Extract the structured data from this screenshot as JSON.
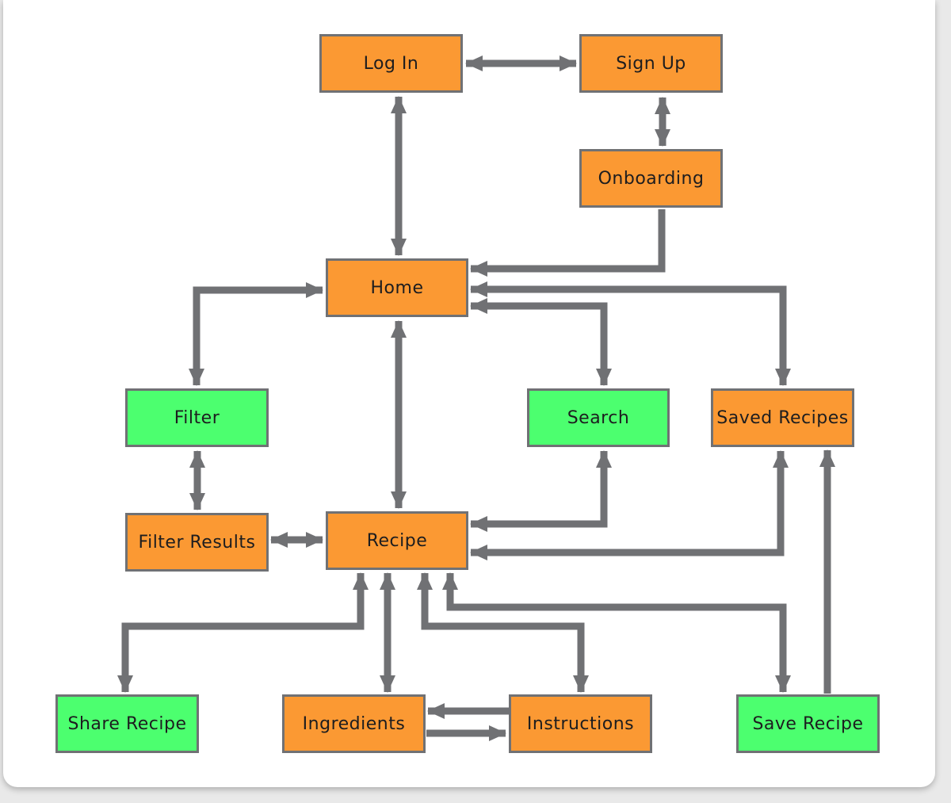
{
  "diagram": {
    "colors": {
      "screen": "#fb9933",
      "action": "#4cff6f",
      "connector": "#707174",
      "border": "#707174"
    },
    "nodes": {
      "login": {
        "label": "Log In",
        "kind": "screen"
      },
      "signup": {
        "label": "Sign Up",
        "kind": "screen"
      },
      "onboarding": {
        "label": "Onboarding",
        "kind": "screen"
      },
      "home": {
        "label": "Home",
        "kind": "screen"
      },
      "filter": {
        "label": "Filter",
        "kind": "action"
      },
      "search": {
        "label": "Search",
        "kind": "action"
      },
      "saved_recipes": {
        "label": "Saved Recipes",
        "kind": "screen"
      },
      "filter_results": {
        "label": "Filter Results",
        "kind": "screen"
      },
      "recipe": {
        "label": "Recipe",
        "kind": "screen"
      },
      "share_recipe": {
        "label": "Share Recipe",
        "kind": "action"
      },
      "ingredients": {
        "label": "Ingredients",
        "kind": "screen"
      },
      "instructions": {
        "label": "Instructions",
        "kind": "screen"
      },
      "save_recipe": {
        "label": "Save Recipe",
        "kind": "action"
      }
    },
    "edges": [
      {
        "from": "login",
        "to": "signup",
        "direction": "both"
      },
      {
        "from": "login",
        "to": "home",
        "direction": "both"
      },
      {
        "from": "signup",
        "to": "onboarding",
        "direction": "both"
      },
      {
        "from": "onboarding",
        "to": "home",
        "direction": "forward"
      },
      {
        "from": "home",
        "to": "filter",
        "direction": "both"
      },
      {
        "from": "home",
        "to": "search",
        "direction": "both"
      },
      {
        "from": "home",
        "to": "saved_recipes",
        "direction": "both"
      },
      {
        "from": "home",
        "to": "recipe",
        "direction": "both"
      },
      {
        "from": "filter",
        "to": "filter_results",
        "direction": "both"
      },
      {
        "from": "filter_results",
        "to": "recipe",
        "direction": "both"
      },
      {
        "from": "search",
        "to": "recipe",
        "direction": "both"
      },
      {
        "from": "saved_recipes",
        "to": "recipe",
        "direction": "both"
      },
      {
        "from": "recipe",
        "to": "share_recipe",
        "direction": "both"
      },
      {
        "from": "recipe",
        "to": "ingredients",
        "direction": "both"
      },
      {
        "from": "recipe",
        "to": "instructions",
        "direction": "both"
      },
      {
        "from": "recipe",
        "to": "save_recipe",
        "direction": "both"
      },
      {
        "from": "instructions",
        "to": "ingredients",
        "direction": "forward"
      },
      {
        "from": "ingredients",
        "to": "instructions",
        "direction": "forward"
      },
      {
        "from": "save_recipe",
        "to": "saved_recipes",
        "direction": "forward"
      }
    ]
  }
}
